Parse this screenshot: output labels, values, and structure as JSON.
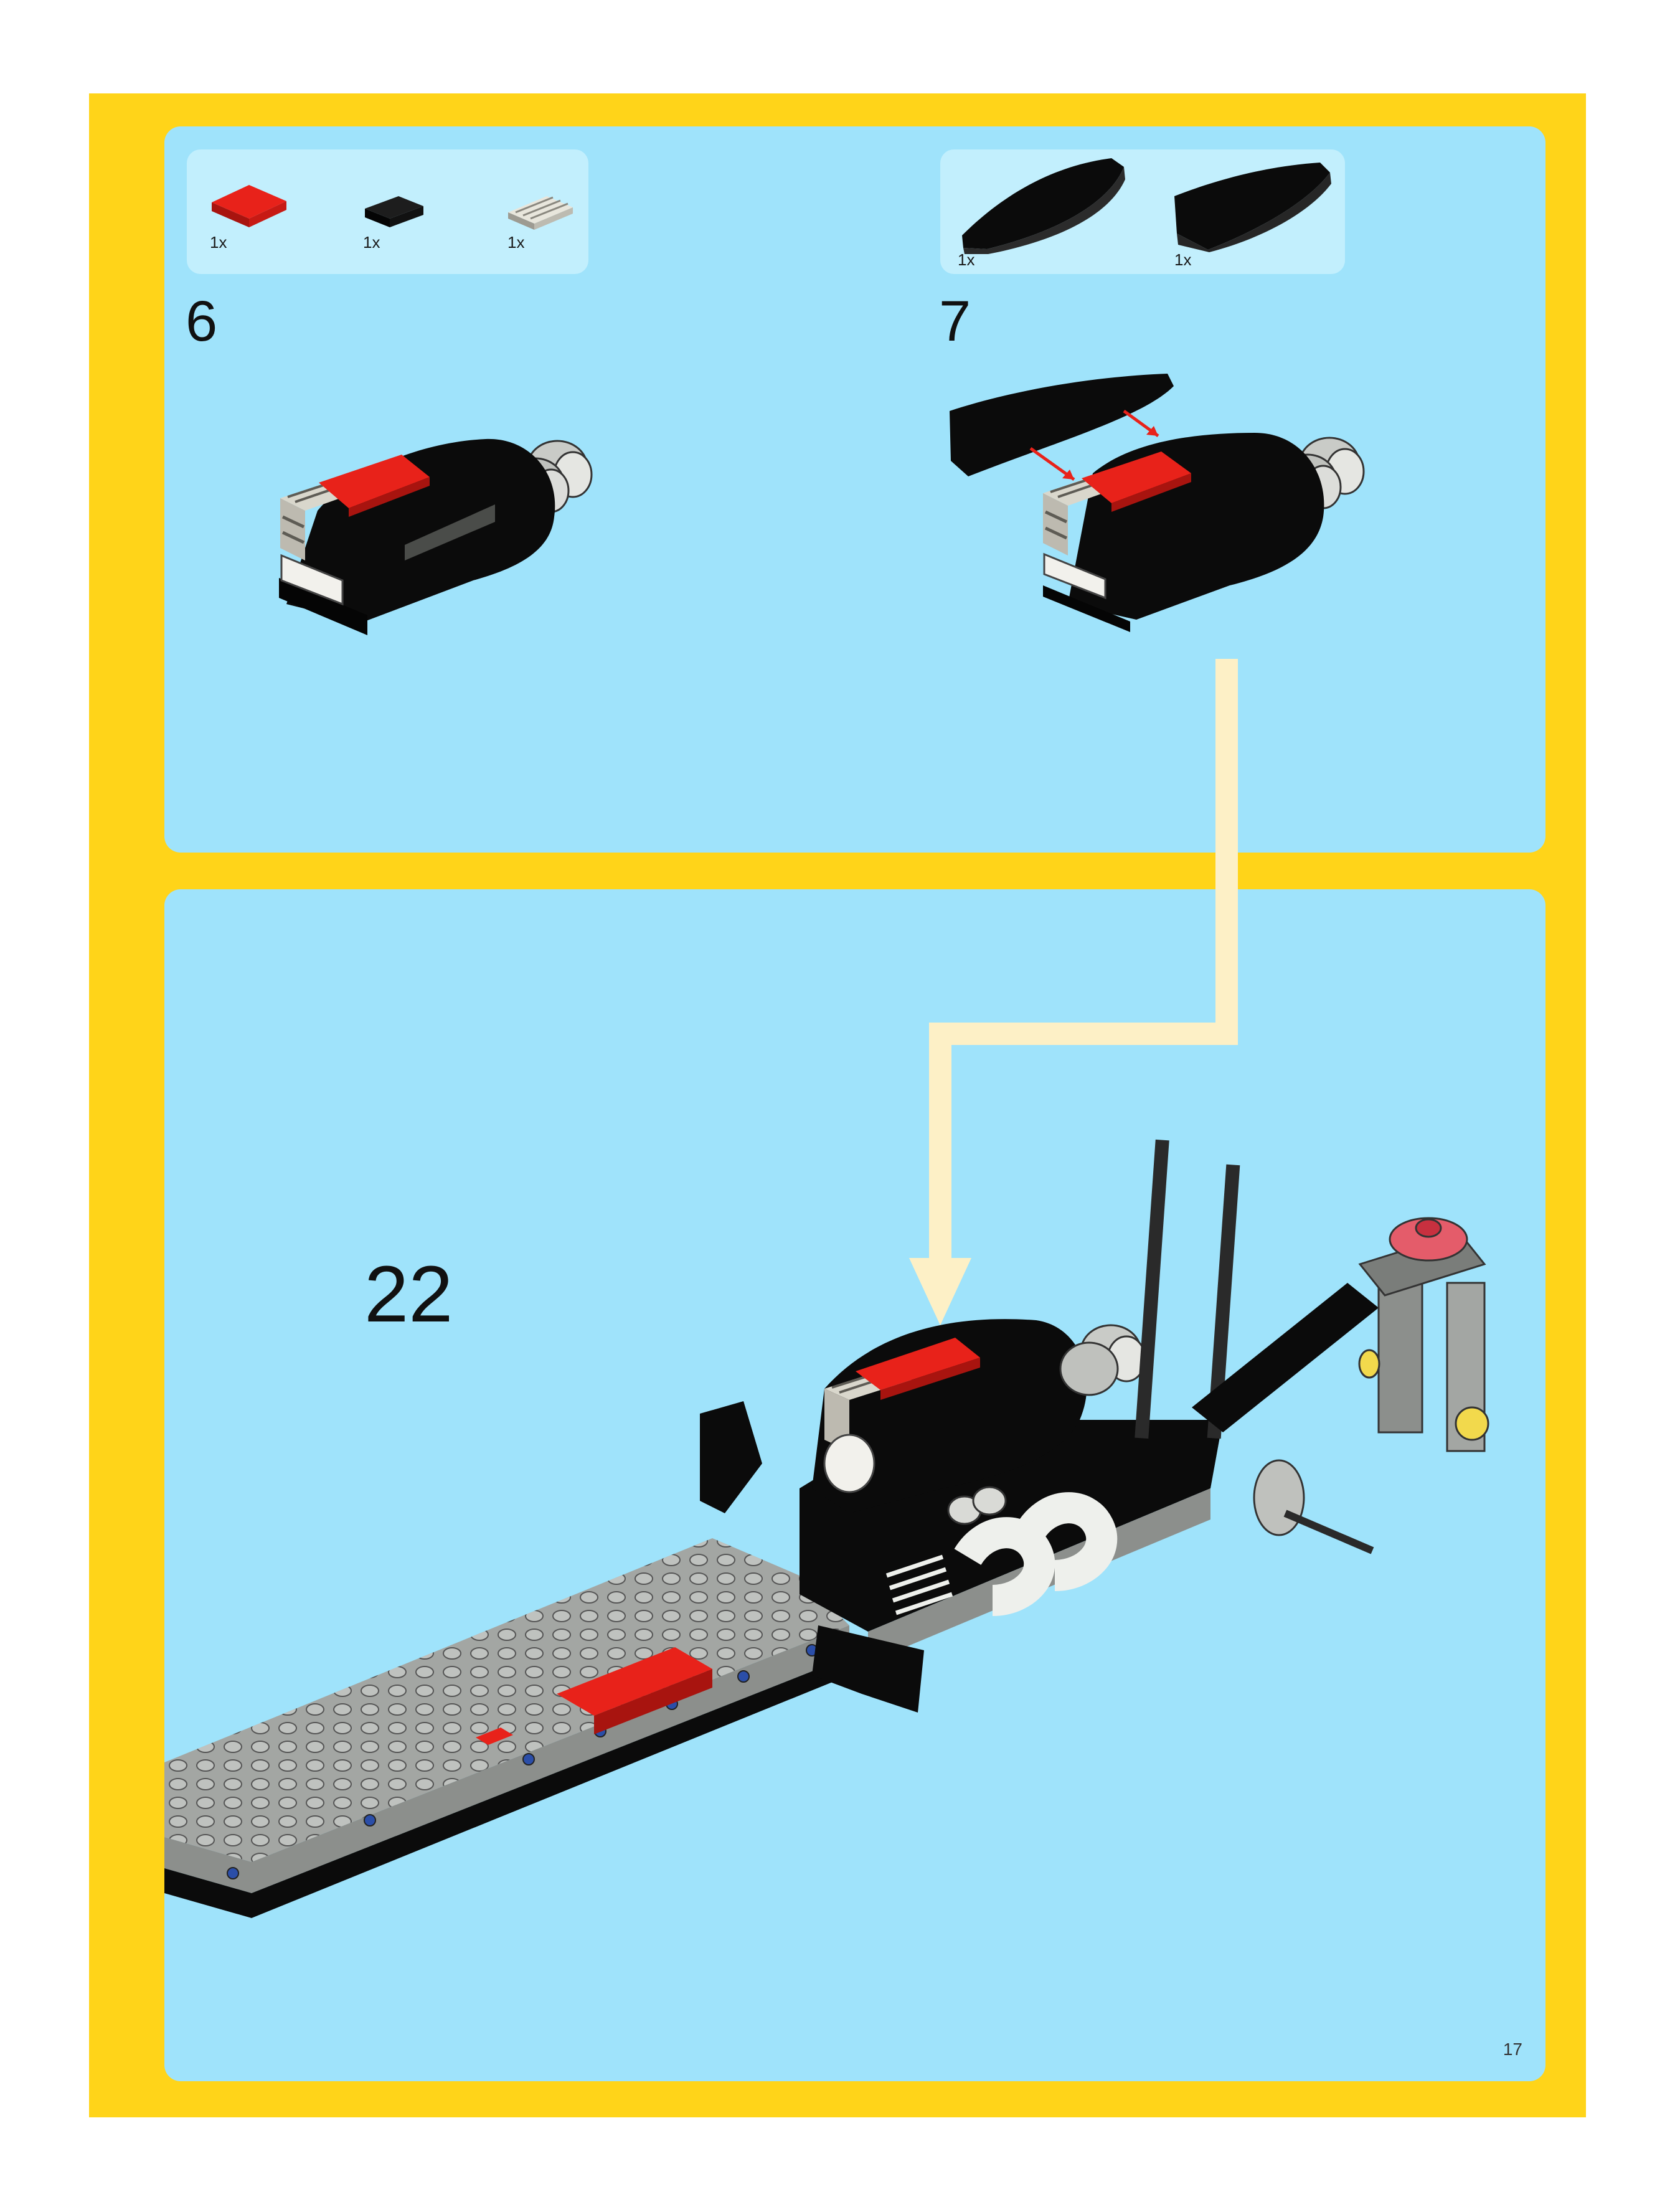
{
  "step_6": {
    "number": "6",
    "parts": [
      {
        "icon": "red-tile-2x2-icon",
        "quantity": "1x"
      },
      {
        "icon": "black-plate-1x2-icon",
        "quantity": "1x"
      },
      {
        "icon": "grille-tile-1x2-icon",
        "quantity": "1x"
      }
    ]
  },
  "step_7": {
    "number": "7",
    "parts": [
      {
        "icon": "black-wedge-left-icon",
        "quantity": "1x"
      },
      {
        "icon": "black-wedge-right-icon",
        "quantity": "1x"
      }
    ]
  },
  "step_22": {
    "number": "22"
  },
  "page_number": "17",
  "colors": {
    "frame": "#ffd419",
    "panel": "#9fe3fb",
    "parts_box": "#c2effd",
    "arrow": "#fdf0c6",
    "brick_red": "#e8221a",
    "brick_black": "#0b0b0b",
    "brick_gray": "#a3a6a3"
  }
}
